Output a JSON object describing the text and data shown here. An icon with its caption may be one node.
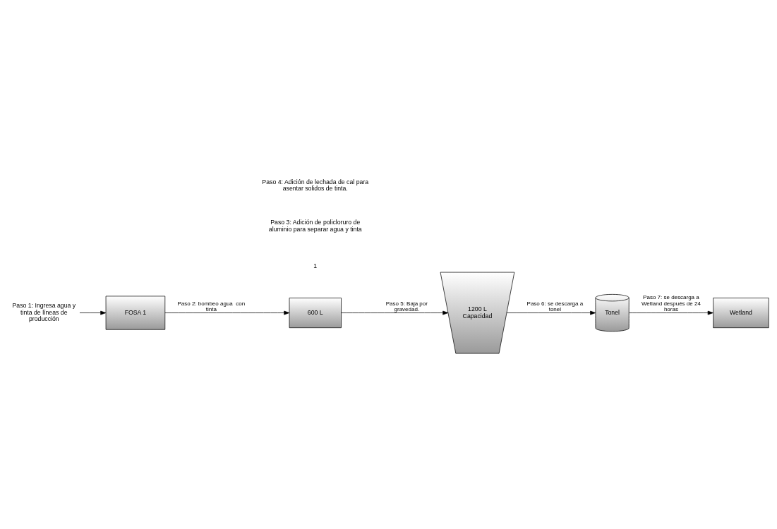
{
  "diagram": {
    "nodes": [
      {
        "text": [
          "Paso 1: Ingresa agua y tinta de líneas de producción"
        ]
      },
      {
        "text": [
          "FOSA 1"
        ]
      },
      {
        "text": [
          "600 L"
        ]
      },
      {
        "text": [
          "1200 L",
          "Capacidad"
        ]
      },
      {
        "text": [
          "Tonel"
        ]
      },
      {
        "text": [
          "Wetland"
        ]
      }
    ],
    "edges": [
      {
        "from": 0,
        "to": 1,
        "arrow": "to"
      },
      {
        "from": 1,
        "to": 2,
        "arrow": "to",
        "label": "Paso 2: bombeo agua  con tinta"
      },
      {
        "from": 2,
        "to": 3,
        "arrow": "to",
        "label": "Paso 5: Baja por gravedad."
      },
      {
        "from": 3,
        "to": 4,
        "arrow": "to",
        "label": "Paso 6: se descarga a tonel"
      },
      {
        "from": 4,
        "to": 5,
        "arrow": "to",
        "label": "Paso 7: se descarga a Wetland después de 24 horas"
      }
    ],
    "labels": [
      "1",
      "Paso 3: Adición de policloruro de aluminio para separar agua y tinta",
      "Paso 4: Adición de lechada de cal para asentar solidos de tinta."
    ]
  }
}
